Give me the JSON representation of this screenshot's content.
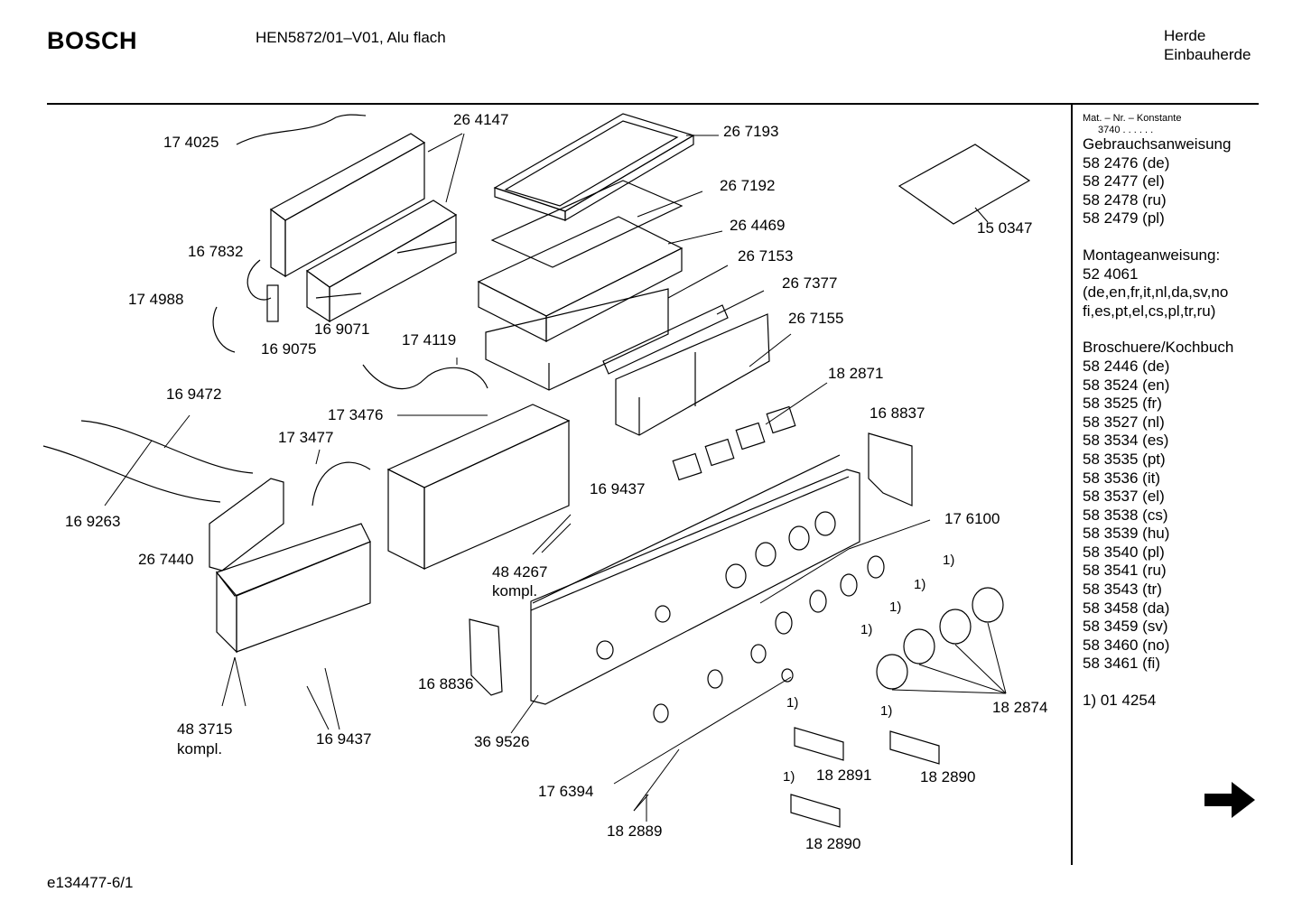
{
  "header": {
    "brand": "BOSCH",
    "model": "HEN5872/01–V01, Alu flach",
    "category_line1": "Herde",
    "category_line2": "Einbauherde"
  },
  "footer": {
    "doc_id": "e134477-6/1"
  },
  "sidebar": {
    "heading": "Mat. – Nr. – Konstante",
    "constant": "3740 . . . . . .",
    "lines": [
      "Gebrauchsanweisung",
      "58 2476 (de)",
      "58 2477 (el)",
      "58 2478 (ru)",
      "58 2479 (pl)",
      "",
      "Montageanweisung:",
      "52 4061",
      "(de,en,fr,it,nl,da,sv,no",
      "fi,es,pt,el,cs,pl,tr,ru)",
      "",
      "Broschuere/Kochbuch",
      "58 2446 (de)",
      "58 3524 (en)",
      "58 3525 (fr)",
      "58 3527 (nl)",
      "58 3534 (es)",
      "58 3535 (pt)",
      "58 3536 (it)",
      "58 3537 (el)",
      "58 3538 (cs)",
      "58 3539 (hu)",
      "58 3540 (pl)",
      "58 3541 (ru)",
      "58 3543 (tr)",
      "58 3458 (da)",
      "58 3459 (sv)",
      "58 3460 (no)",
      "58 3461 (fi)",
      "",
      "1) 01 4254"
    ]
  },
  "parts": [
    "26 4147",
    "17 4025",
    "16 7832",
    "17 4988",
    "16 9071",
    "16 9075",
    "26 7193",
    "26 7192",
    "26 4469",
    "26 7153",
    "26 7377",
    "26 7155",
    "15 0347",
    "17 4119",
    "16 9472",
    "17 3476",
    "17 3477",
    "16 9263",
    "26 7440",
    "16 9437",
    "48 4267",
    "kompl.",
    "18 2871",
    "16 8837",
    "17 6100",
    "1)",
    "18 2874",
    "16 8836",
    "48 3715",
    "kompl.",
    "16 9437",
    "36 9526",
    "17 6394",
    "18 2891",
    "18 2890",
    "18 2889",
    "18 2890"
  ],
  "colors": {
    "ink": "#000000",
    "background": "#ffffff"
  },
  "icons": {
    "next_page": "arrow-right-icon"
  }
}
